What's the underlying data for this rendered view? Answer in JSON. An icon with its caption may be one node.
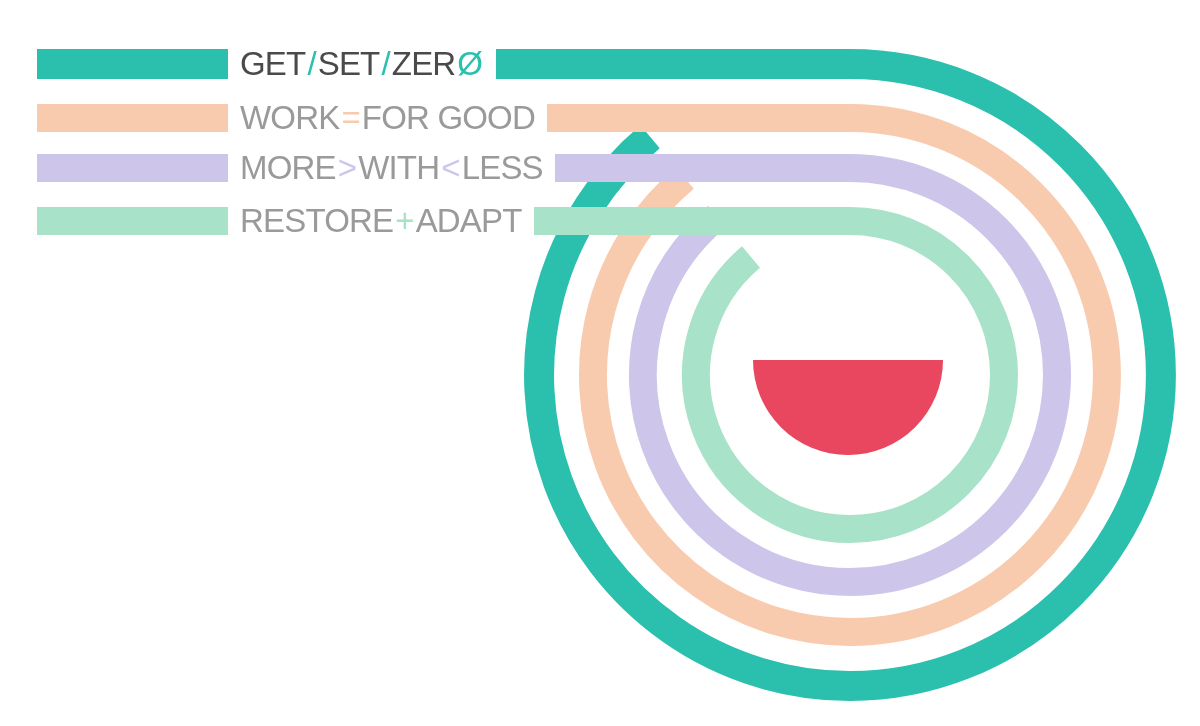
{
  "diagram": {
    "nodes": [
      {
        "text": [
          "GET/SET/ZERØ"
        ]
      },
      {
        "text": [
          "WORK=FOR GOOD"
        ]
      },
      {
        "text": [
          "MORE>WITH<LESS"
        ]
      },
      {
        "text": [
          "RESTORE+ADAPT"
        ]
      },
      {
        "text": [],
        "shape": "semicircle"
      }
    ]
  }
}
